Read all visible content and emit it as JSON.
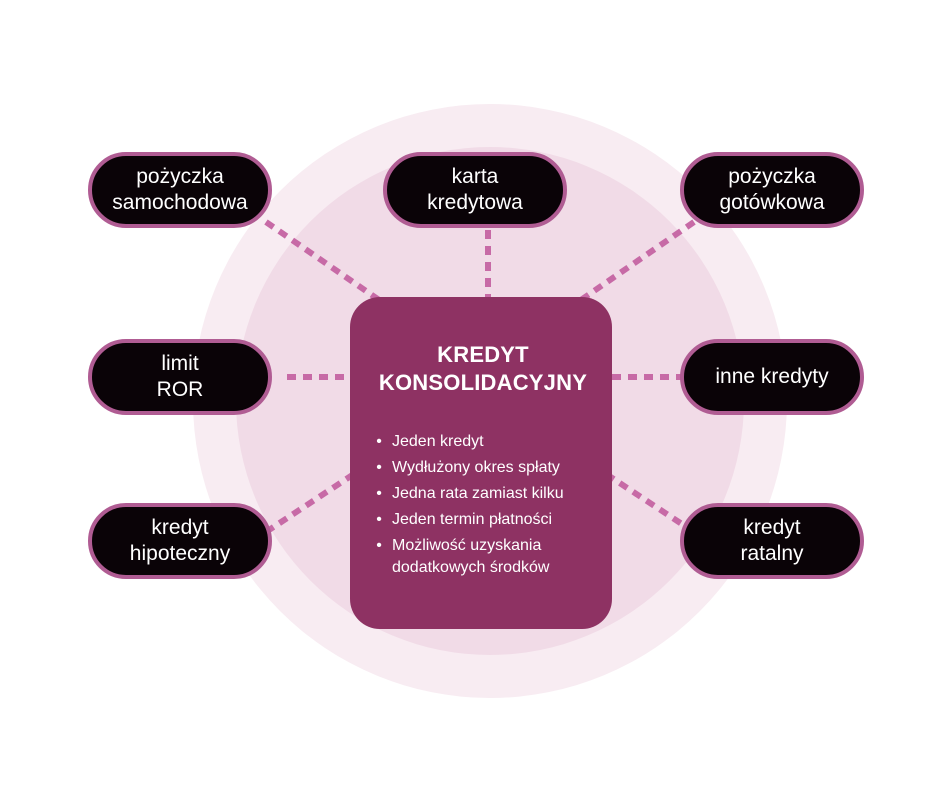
{
  "center": {
    "title": "KREDYT\nKONSOLIDACYJNY",
    "bullets": [
      "Jeden kredyt",
      "Wydłużony okres spłaty",
      "Jedna rata zamiast kilku",
      "Jeden termin płatności",
      "Możliwość uzyskania dodatkowych środków"
    ]
  },
  "nodes": {
    "top_left": "pożyczka\nsamochodowa",
    "top_center": "karta\nkredytowa",
    "top_right": "pożyczka\ngotówkowa",
    "mid_left": "limit\nROR",
    "mid_right": "inne kredyty",
    "bottom_left": "kredyt\nhipoteczny",
    "bottom_right": "kredyt\nratalny"
  },
  "colors": {
    "center_fill": "#8e3263",
    "node_fill": "#0a0307",
    "node_border": "#b05c93",
    "connector": "#c76aa6",
    "outer_circle": "#f8ecf2",
    "inner_circle": "#f1dbe7"
  }
}
